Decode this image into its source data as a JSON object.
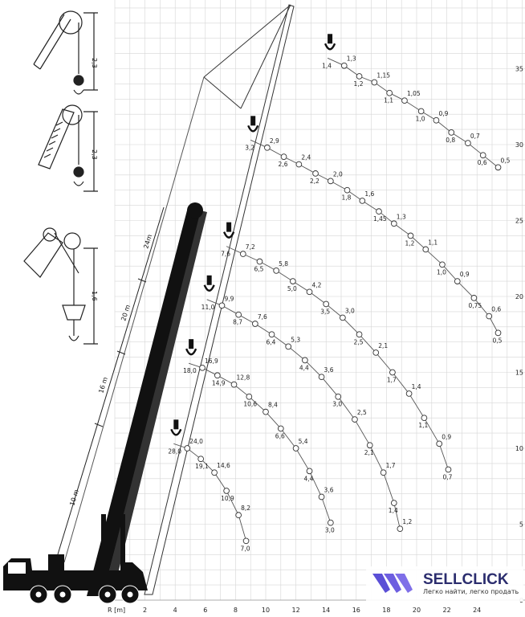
{
  "axis": {
    "x_title": "R [m]",
    "x_ticks": [
      "2",
      "4",
      "6",
      "8",
      "10",
      "12",
      "14",
      "16",
      "18",
      "20",
      "22",
      "24"
    ],
    "y_ticks": [
      "0",
      "5",
      "10",
      "15",
      "20",
      "25",
      "30",
      "35"
    ]
  },
  "boom_dims": [
    "10 m",
    "16 m",
    "20 m",
    "24m"
  ],
  "hook_dims": [
    "2,3",
    "2,3",
    "1,6"
  ],
  "curves": [
    {
      "id": "c1",
      "points": [
        {
          "l": "1,4",
          "r": 14.1,
          "h": 35.7
        },
        {
          "l": "1,3",
          "r": 15.2,
          "h": 35.2
        },
        {
          "l": "1,2",
          "r": 16.2,
          "h": 34.5
        },
        {
          "l": "1,15",
          "r": 17.2,
          "h": 34.1
        },
        {
          "l": "1,1",
          "r": 18.2,
          "h": 33.4
        },
        {
          "l": "1,05",
          "r": 19.2,
          "h": 32.9
        },
        {
          "l": "1,0",
          "r": 20.3,
          "h": 32.2
        },
        {
          "l": "0,9",
          "r": 21.3,
          "h": 31.6
        },
        {
          "l": "0,8",
          "r": 22.3,
          "h": 30.8
        },
        {
          "l": "0,7",
          "r": 23.4,
          "h": 30.1
        },
        {
          "l": "0,6",
          "r": 24.4,
          "h": 29.3
        },
        {
          "l": "0,5",
          "r": 25.4,
          "h": 28.5
        }
      ]
    },
    {
      "id": "c2",
      "points": [
        {
          "l": "3,2",
          "r": 9.0,
          "h": 30.3
        },
        {
          "l": "2,9",
          "r": 10.1,
          "h": 29.8
        },
        {
          "l": "2,6",
          "r": 11.2,
          "h": 29.2
        },
        {
          "l": "2,4",
          "r": 12.2,
          "h": 28.7
        },
        {
          "l": "2,2",
          "r": 13.3,
          "h": 28.1
        },
        {
          "l": "2,0",
          "r": 14.3,
          "h": 27.6
        },
        {
          "l": "1,8",
          "r": 15.4,
          "h": 27.0
        },
        {
          "l": "1,6",
          "r": 16.4,
          "h": 26.3
        },
        {
          "l": "1,45",
          "r": 17.5,
          "h": 25.6
        },
        {
          "l": "1,3",
          "r": 18.5,
          "h": 24.8
        },
        {
          "l": "1,2",
          "r": 19.6,
          "h": 24.0
        },
        {
          "l": "1,1",
          "r": 20.6,
          "h": 23.1
        },
        {
          "l": "1,0",
          "r": 21.7,
          "h": 22.1
        },
        {
          "l": "0,9",
          "r": 22.7,
          "h": 21.0
        },
        {
          "l": "0,75",
          "r": 23.8,
          "h": 19.9
        },
        {
          "l": "0,6",
          "r": 24.8,
          "h": 18.7
        },
        {
          "l": "0,5",
          "r": 25.4,
          "h": 17.6
        }
      ]
    },
    {
      "id": "c3",
      "points": [
        {
          "l": "7,6",
          "r": 7.4,
          "h": 23.3
        },
        {
          "l": "7,2",
          "r": 8.5,
          "h": 22.8
        },
        {
          "l": "6,5",
          "r": 9.6,
          "h": 22.3
        },
        {
          "l": "5,8",
          "r": 10.7,
          "h": 21.7
        },
        {
          "l": "5,0",
          "r": 11.8,
          "h": 21.0
        },
        {
          "l": "4,2",
          "r": 12.9,
          "h": 20.3
        },
        {
          "l": "3,5",
          "r": 14.0,
          "h": 19.5
        },
        {
          "l": "3,0",
          "r": 15.1,
          "h": 18.6
        },
        {
          "l": "2,5",
          "r": 16.2,
          "h": 17.5
        },
        {
          "l": "2,1",
          "r": 17.3,
          "h": 16.3
        },
        {
          "l": "1,7",
          "r": 18.4,
          "h": 15.0
        },
        {
          "l": "1,4",
          "r": 19.5,
          "h": 13.6
        },
        {
          "l": "1,1",
          "r": 20.5,
          "h": 12.0
        },
        {
          "l": "0,9",
          "r": 21.5,
          "h": 10.3
        },
        {
          "l": "0,7",
          "r": 22.1,
          "h": 8.6
        }
      ]
    },
    {
      "id": "c4",
      "points": [
        {
          "l": "11,0",
          "r": 6.1,
          "h": 19.8
        },
        {
          "l": "9,9",
          "r": 7.1,
          "h": 19.4
        },
        {
          "l": "8,7",
          "r": 8.2,
          "h": 18.8
        },
        {
          "l": "7,6",
          "r": 9.3,
          "h": 18.2
        },
        {
          "l": "6,4",
          "r": 10.4,
          "h": 17.5
        },
        {
          "l": "5,3",
          "r": 11.5,
          "h": 16.7
        },
        {
          "l": "4,4",
          "r": 12.6,
          "h": 15.8
        },
        {
          "l": "3,6",
          "r": 13.7,
          "h": 14.7
        },
        {
          "l": "3,0",
          "r": 14.8,
          "h": 13.4
        },
        {
          "l": "2,5",
          "r": 15.9,
          "h": 11.9
        },
        {
          "l": "2,1",
          "r": 16.9,
          "h": 10.2
        },
        {
          "l": "1,7",
          "r": 17.8,
          "h": 8.4
        },
        {
          "l": "1,4",
          "r": 18.5,
          "h": 6.4
        },
        {
          "l": "1,2",
          "r": 18.9,
          "h": 4.7
        }
      ]
    },
    {
      "id": "c5",
      "points": [
        {
          "l": "18,0",
          "r": 4.9,
          "h": 15.6
        },
        {
          "l": "16,9",
          "r": 5.8,
          "h": 15.3
        },
        {
          "l": "14,9",
          "r": 6.8,
          "h": 14.8
        },
        {
          "l": "12,8",
          "r": 7.9,
          "h": 14.2
        },
        {
          "l": "10,6",
          "r": 8.9,
          "h": 13.4
        },
        {
          "l": "8,4",
          "r": 10.0,
          "h": 12.4
        },
        {
          "l": "6,6",
          "r": 11.0,
          "h": 11.3
        },
        {
          "l": "5,4",
          "r": 12.0,
          "h": 10.0
        },
        {
          "l": "4,4",
          "r": 12.9,
          "h": 8.5
        },
        {
          "l": "3,6",
          "r": 13.7,
          "h": 6.8
        },
        {
          "l": "3,0",
          "r": 14.3,
          "h": 5.1
        }
      ]
    },
    {
      "id": "c6",
      "points": [
        {
          "l": "28,0",
          "r": 3.9,
          "h": 10.3
        },
        {
          "l": "24,0",
          "r": 4.8,
          "h": 10.0
        },
        {
          "l": "19,1",
          "r": 5.7,
          "h": 9.3
        },
        {
          "l": "14,6",
          "r": 6.6,
          "h": 8.4
        },
        {
          "l": "10,9",
          "r": 7.4,
          "h": 7.2
        },
        {
          "l": "8,2",
          "r": 8.2,
          "h": 5.6
        },
        {
          "l": "7,0",
          "r": 8.7,
          "h": 3.9
        }
      ]
    }
  ],
  "brand": {
    "name": "SELLCLICK",
    "tagline": "Легко найти, легко продать",
    "color": "#2b2d6e",
    "accent": "#5b4fd6"
  }
}
